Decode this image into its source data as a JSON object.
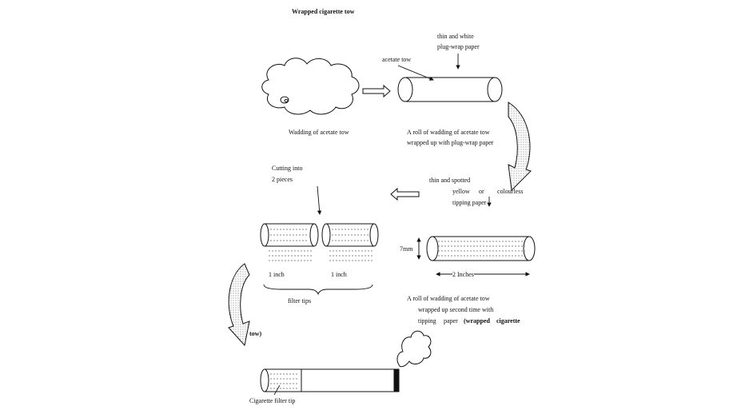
{
  "title": "Wrapped cigarette tow",
  "labels": {
    "plug_wrap_line1": "thin and white",
    "plug_wrap_line2": "plug-wrap paper",
    "acetate_tow": "acetate tow",
    "wadding": "Wadding of acetate tow",
    "roll1_line1": "A roll of wadding of acetate tow",
    "roll1_line2": "wrapped up with plug-wrap paper",
    "cutting_line1": "Cutting into",
    "cutting_line2": "2 pieces",
    "tipping_line1": "thin and spotted",
    "tipping_line2_a": "yellow",
    "tipping_line2_b": "or",
    "tipping_line2_c": "colourless",
    "tipping_line3": "tipping paper",
    "dim_7mm": "7mm",
    "dim_2inches": "2 Inches",
    "inch_left": "1 inch",
    "inch_right": "1 inch",
    "filter_tips": "filter tips",
    "roll2_line1": "A roll of wadding of acetate tow",
    "roll2_line2": "wrapped up second time with",
    "roll2_line3_a": "tipping",
    "roll2_line3_b": "paper",
    "roll2_line3_c": "(wrapped",
    "roll2_line3_d": "cigarette",
    "tow_fragment": "tow)",
    "cigarette_filter_tip": "Cigarette filter tip"
  }
}
